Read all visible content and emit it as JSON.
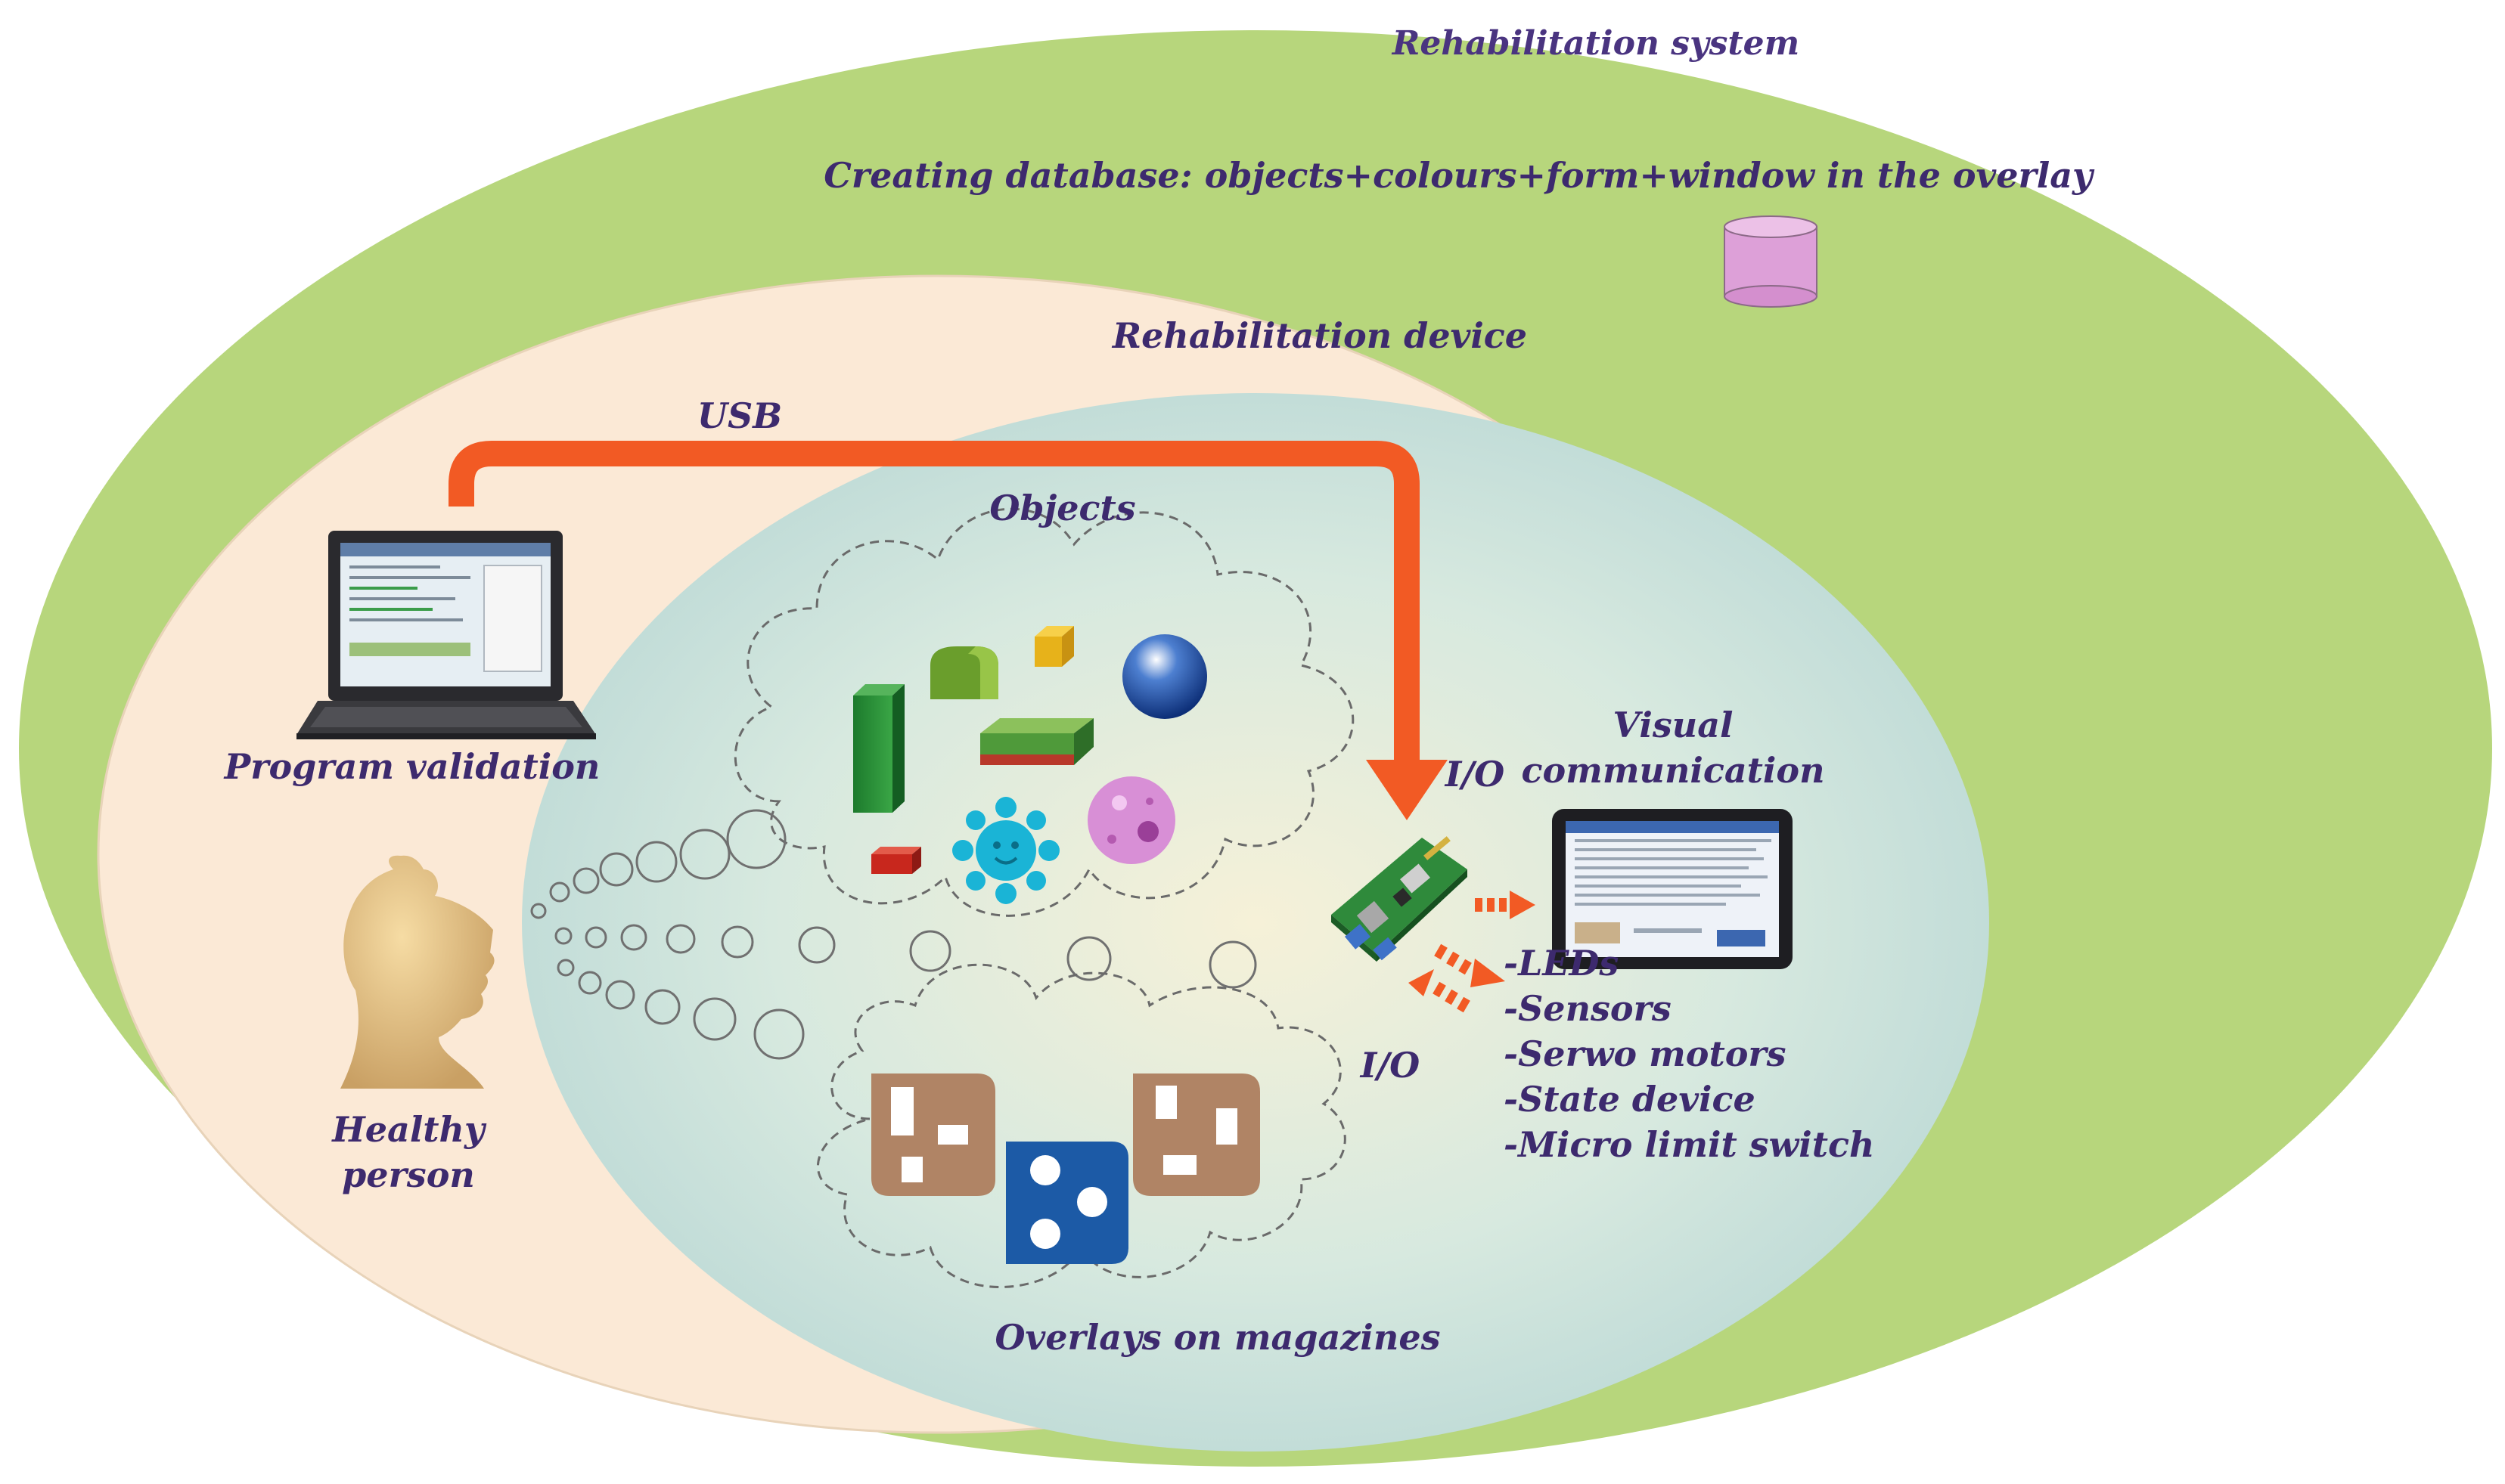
{
  "labels": {
    "rehabilitation_system": "Rehabilitation system",
    "creating_database": "Creating database: objects+colours+form+window in the overlay",
    "rehabilitation_device": "Rehabilitation device",
    "usb": "USB",
    "objects": "Objects",
    "program_validation": "Program validation",
    "io_top": "I/O",
    "io_bottom": "I/O",
    "visual_communication_line1": "Visual",
    "visual_communication_line2": "communication",
    "healthy_person_line1": "Healthy",
    "healthy_person_line2": "person",
    "overlays_on_magazines": "Overlays on magazines",
    "io_list": [
      "-LEDs",
      "-Sensors",
      "-Serwo motors",
      "-State device",
      "-Micro limit switch"
    ]
  },
  "colors": {
    "outer_ellipse": "#b7d67c",
    "middle_ellipse": "#fbe9d6",
    "inner_ellipse": "#cfe4e0",
    "usb_arrow": "#f25a24",
    "label_text": "#3d2a6e",
    "database": "#dda0d8",
    "overlay_brown": "#b08465",
    "overlay_blue": "#1c5aa6"
  },
  "icons": {
    "laptop": "laptop-icon",
    "database": "database-cylinder-icon",
    "head": "human-head-icon",
    "board": "raspberry-pi-board-icon",
    "tablet": "tablet-display-icon"
  }
}
